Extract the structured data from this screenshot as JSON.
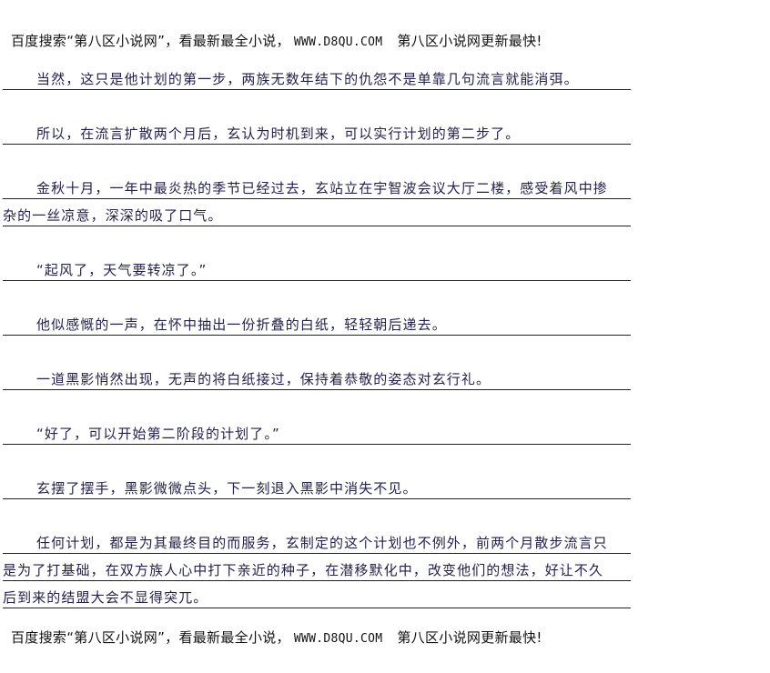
{
  "banner": {
    "prefix": "百度搜索“第八区小说网”，看最新最全小说，",
    "url": "WWW.D8QU.COM",
    "suffix": "第八区小说网更新最快!"
  },
  "lines": [
    "当然，这只是他计划的第一步，两族无数年结下的仇怨不是单靠几句流言就能消弭。",
    "所以，在流言扩散两个月后，玄认为时机到来，可以实行计划的第二步了。",
    "金秋十月，一年中最炎热的季节已经过去，玄站立在宇智波会议大厅二楼，感受着风中掺",
    "杂的一丝凉意，深深的吸了口气。",
    "“起风了，天气要转凉了。”",
    "他似感慨的一声，在怀中抽出一份折叠的白纸，轻轻朝后递去。",
    "一道黑影悄然出现，无声的将白纸接过，保持着恭敬的姿态对玄行礼。",
    "“好了，可以开始第二阶段的计划了。”",
    "玄摆了摆手，黑影微微点头，下一刻退入黑影中消失不见。",
    "任何计划，都是为其最终目的而服务，玄制定的这个计划也不例外，前两个月散步流言只",
    "是为了打基础，在双方族人心中打下亲近的种子，在潜移默化中，改变他们的想法，好让不久",
    "后到来的结盟大会不显得突兀。"
  ]
}
